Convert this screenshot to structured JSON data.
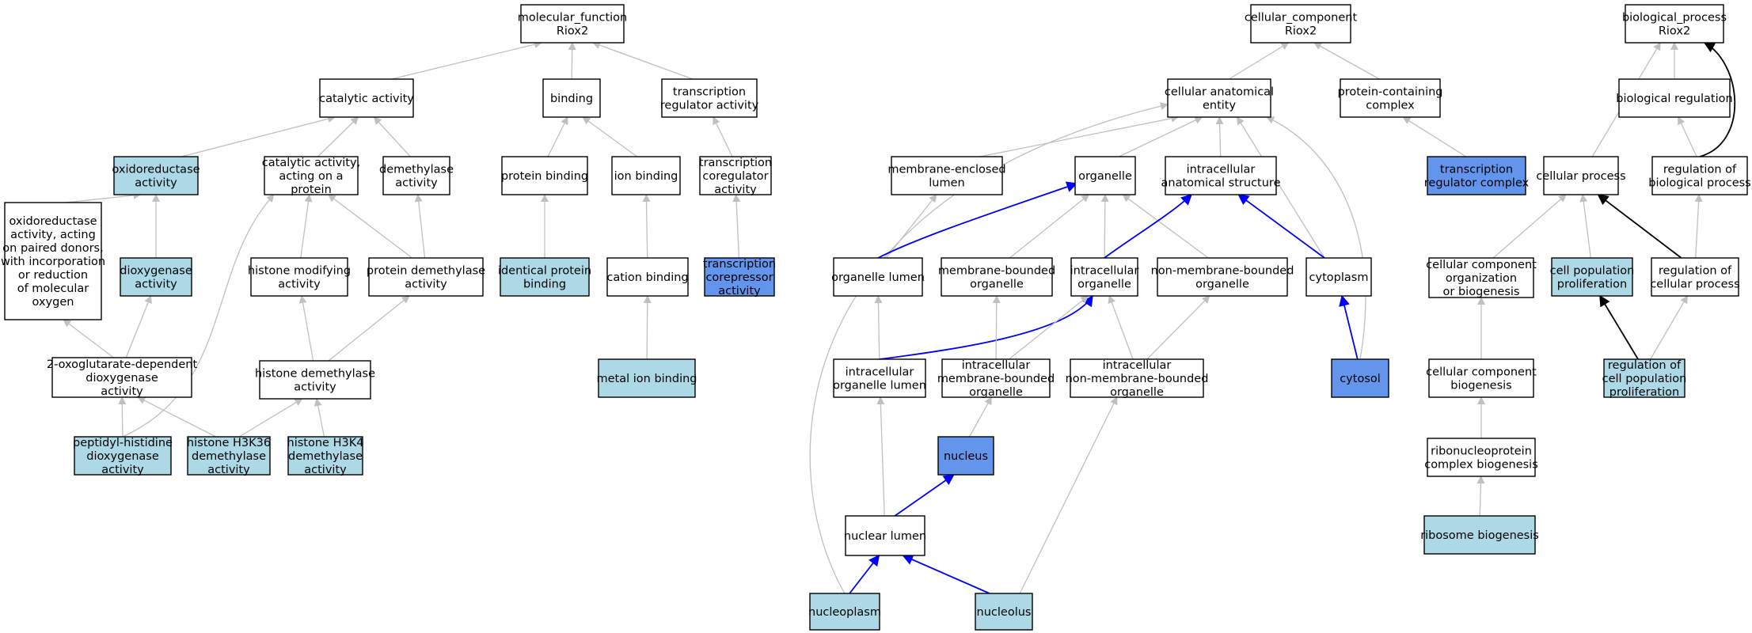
{
  "colors": {
    "white": "#ffffff",
    "light": "#add8e6",
    "strong": "#6495ed",
    "edge_gray": "#c0c0c0",
    "edge_blue": "#0000ff",
    "edge_black": "#000000"
  },
  "nodes": [
    {
      "id": "mf",
      "lines": [
        "molecular_function",
        "Riox2"
      ],
      "style": "white"
    },
    {
      "id": "cat",
      "lines": [
        "catalytic activity"
      ],
      "style": "white"
    },
    {
      "id": "bind",
      "lines": [
        "binding"
      ],
      "style": "white"
    },
    {
      "id": "treg",
      "lines": [
        "transcription",
        "regulator activity"
      ],
      "style": "white"
    },
    {
      "id": "oxred",
      "lines": [
        "oxidoreductase",
        "activity"
      ],
      "style": "light"
    },
    {
      "id": "catprot",
      "lines": [
        "catalytic activity,",
        "acting on a",
        "protein"
      ],
      "style": "white"
    },
    {
      "id": "demeth",
      "lines": [
        "demethylase",
        "activity"
      ],
      "style": "white"
    },
    {
      "id": "protbind",
      "lines": [
        "protein binding"
      ],
      "style": "white"
    },
    {
      "id": "ionbind",
      "lines": [
        "ion binding"
      ],
      "style": "white"
    },
    {
      "id": "tcoreg",
      "lines": [
        "transcription",
        "coregulator",
        "activity"
      ],
      "style": "white"
    },
    {
      "id": "oxpaired",
      "lines": [
        "oxidoreductase",
        "activity, acting",
        "on paired donors,",
        "with incorporation",
        "or reduction",
        "of molecular",
        "oxygen"
      ],
      "style": "white"
    },
    {
      "id": "dioxy",
      "lines": [
        "dioxygenase",
        "activity"
      ],
      "style": "light"
    },
    {
      "id": "histmod",
      "lines": [
        "histone modifying",
        "activity"
      ],
      "style": "white"
    },
    {
      "id": "protdemeth",
      "lines": [
        "protein demethylase",
        "activity"
      ],
      "style": "white"
    },
    {
      "id": "identprot",
      "lines": [
        "identical protein",
        "binding"
      ],
      "style": "light"
    },
    {
      "id": "cation",
      "lines": [
        "cation binding"
      ],
      "style": "white"
    },
    {
      "id": "tcorep",
      "lines": [
        "transcription",
        "corepressor",
        "activity"
      ],
      "style": "strong"
    },
    {
      "id": "oxoglut",
      "lines": [
        "2-oxoglutarate-dependent",
        "dioxygenase",
        "activity"
      ],
      "style": "white"
    },
    {
      "id": "histdemeth",
      "lines": [
        "histone demethylase",
        "activity"
      ],
      "style": "white"
    },
    {
      "id": "metalion",
      "lines": [
        "metal ion binding"
      ],
      "style": "light"
    },
    {
      "id": "pephist",
      "lines": [
        "peptidyl-histidine",
        "dioxygenase",
        "activity"
      ],
      "style": "light"
    },
    {
      "id": "h3k36",
      "lines": [
        "histone H3K36",
        "demethylase",
        "activity"
      ],
      "style": "light"
    },
    {
      "id": "h3k4",
      "lines": [
        "histone H3K4",
        "demethylase",
        "activity"
      ],
      "style": "light"
    },
    {
      "id": "cc",
      "lines": [
        "cellular_component",
        "Riox2"
      ],
      "style": "white"
    },
    {
      "id": "cae",
      "lines": [
        "cellular anatomical",
        "entity"
      ],
      "style": "white"
    },
    {
      "id": "pcc",
      "lines": [
        "protein-containing",
        "complex"
      ],
      "style": "white"
    },
    {
      "id": "melumen",
      "lines": [
        "membrane-enclosed",
        "lumen"
      ],
      "style": "white"
    },
    {
      "id": "organelle",
      "lines": [
        "organelle"
      ],
      "style": "white"
    },
    {
      "id": "ias",
      "lines": [
        "intracellular",
        "anatomical structure"
      ],
      "style": "white"
    },
    {
      "id": "trc",
      "lines": [
        "transcription",
        "regulator complex"
      ],
      "style": "strong"
    },
    {
      "id": "orglumen",
      "lines": [
        "organelle lumen"
      ],
      "style": "white"
    },
    {
      "id": "mbo",
      "lines": [
        "membrane-bounded",
        "organelle"
      ],
      "style": "white"
    },
    {
      "id": "io",
      "lines": [
        "intracellular",
        "organelle"
      ],
      "style": "white"
    },
    {
      "id": "nmbo",
      "lines": [
        "non-membrane-bounded",
        "organelle"
      ],
      "style": "white"
    },
    {
      "id": "cytoplasm",
      "lines": [
        "cytoplasm"
      ],
      "style": "white"
    },
    {
      "id": "iol",
      "lines": [
        "intracellular",
        "organelle lumen"
      ],
      "style": "white"
    },
    {
      "id": "imbo",
      "lines": [
        "intracellular",
        "membrane-bounded",
        "organelle"
      ],
      "style": "white"
    },
    {
      "id": "inmbo",
      "lines": [
        "intracellular",
        "non-membrane-bounded",
        "organelle"
      ],
      "style": "white"
    },
    {
      "id": "cytosol",
      "lines": [
        "cytosol"
      ],
      "style": "strong"
    },
    {
      "id": "nucleus",
      "lines": [
        "nucleus"
      ],
      "style": "strong"
    },
    {
      "id": "nuclumen",
      "lines": [
        "nuclear lumen"
      ],
      "style": "white"
    },
    {
      "id": "nucleoplasm",
      "lines": [
        "nucleoplasm"
      ],
      "style": "light"
    },
    {
      "id": "nucleolus",
      "lines": [
        "nucleolus"
      ],
      "style": "light"
    },
    {
      "id": "bp",
      "lines": [
        "biological_process",
        "Riox2"
      ],
      "style": "white"
    },
    {
      "id": "bioreg",
      "lines": [
        "biological regulation"
      ],
      "style": "white"
    },
    {
      "id": "cellproc",
      "lines": [
        "cellular process"
      ],
      "style": "white"
    },
    {
      "id": "regbio",
      "lines": [
        "regulation of",
        "biological process"
      ],
      "style": "white"
    },
    {
      "id": "ccob",
      "lines": [
        "cellular component",
        "organization",
        "or biogenesis"
      ],
      "style": "white"
    },
    {
      "id": "cpp",
      "lines": [
        "cell population",
        "proliferation"
      ],
      "style": "light"
    },
    {
      "id": "regcell",
      "lines": [
        "regulation of",
        "cellular process"
      ],
      "style": "white"
    },
    {
      "id": "ccb",
      "lines": [
        "cellular component",
        "biogenesis"
      ],
      "style": "white"
    },
    {
      "id": "regcpp",
      "lines": [
        "regulation of",
        "cell population",
        "proliferation"
      ],
      "style": "light"
    },
    {
      "id": "rnp",
      "lines": [
        "ribonucleoprotein",
        "complex biogenesis"
      ],
      "style": "white"
    },
    {
      "id": "ribo",
      "lines": [
        "ribosome biogenesis"
      ],
      "style": "light"
    }
  ],
  "edges": [
    {
      "from": "cat",
      "to": "mf",
      "kind": "gray"
    },
    {
      "from": "bind",
      "to": "mf",
      "kind": "gray"
    },
    {
      "from": "treg",
      "to": "mf",
      "kind": "gray"
    },
    {
      "from": "oxred",
      "to": "cat",
      "kind": "gray"
    },
    {
      "from": "catprot",
      "to": "cat",
      "kind": "gray"
    },
    {
      "from": "demeth",
      "to": "cat",
      "kind": "gray"
    },
    {
      "from": "protbind",
      "to": "bind",
      "kind": "gray"
    },
    {
      "from": "ionbind",
      "to": "bind",
      "kind": "gray"
    },
    {
      "from": "tcoreg",
      "to": "treg",
      "kind": "gray"
    },
    {
      "from": "oxpaired",
      "to": "oxred",
      "kind": "gray"
    },
    {
      "from": "dioxy",
      "to": "oxred",
      "kind": "gray"
    },
    {
      "from": "histmod",
      "to": "catprot",
      "kind": "gray"
    },
    {
      "from": "protdemeth",
      "to": "catprot",
      "kind": "gray"
    },
    {
      "from": "protdemeth",
      "to": "demeth",
      "kind": "gray"
    },
    {
      "from": "identprot",
      "to": "protbind",
      "kind": "gray"
    },
    {
      "from": "cation",
      "to": "ionbind",
      "kind": "gray"
    },
    {
      "from": "tcorep",
      "to": "tcoreg",
      "kind": "gray"
    },
    {
      "from": "oxoglut",
      "to": "oxpaired",
      "kind": "gray"
    },
    {
      "from": "oxoglut",
      "to": "dioxy",
      "kind": "gray"
    },
    {
      "from": "histdemeth",
      "to": "histmod",
      "kind": "gray"
    },
    {
      "from": "histdemeth",
      "to": "protdemeth",
      "kind": "gray"
    },
    {
      "from": "metalion",
      "to": "cation",
      "kind": "gray"
    },
    {
      "from": "pephist",
      "to": "oxoglut",
      "kind": "gray"
    },
    {
      "from": "pephist",
      "to": "catprot",
      "kind": "gray"
    },
    {
      "from": "h3k36",
      "to": "oxoglut",
      "kind": "gray"
    },
    {
      "from": "h3k36",
      "to": "histdemeth",
      "kind": "gray"
    },
    {
      "from": "h3k4",
      "to": "histdemeth",
      "kind": "gray"
    },
    {
      "from": "cae",
      "to": "cc",
      "kind": "gray"
    },
    {
      "from": "pcc",
      "to": "cc",
      "kind": "gray"
    },
    {
      "from": "melumen",
      "to": "cae",
      "kind": "gray"
    },
    {
      "from": "organelle",
      "to": "cae",
      "kind": "gray"
    },
    {
      "from": "ias",
      "to": "cae",
      "kind": "gray"
    },
    {
      "from": "cytoplasm",
      "to": "cae",
      "kind": "gray"
    },
    {
      "from": "cytosol",
      "to": "cae",
      "kind": "gray"
    },
    {
      "from": "nucleoplasm",
      "to": "cae",
      "kind": "gray"
    },
    {
      "from": "trc",
      "to": "pcc",
      "kind": "gray"
    },
    {
      "from": "orglumen",
      "to": "melumen",
      "kind": "gray"
    },
    {
      "from": "orglumen",
      "to": "organelle",
      "kind": "blue"
    },
    {
      "from": "mbo",
      "to": "organelle",
      "kind": "gray"
    },
    {
      "from": "io",
      "to": "organelle",
      "kind": "gray"
    },
    {
      "from": "nmbo",
      "to": "organelle",
      "kind": "gray"
    },
    {
      "from": "io",
      "to": "ias",
      "kind": "blue"
    },
    {
      "from": "cytoplasm",
      "to": "ias",
      "kind": "blue"
    },
    {
      "from": "iol",
      "to": "orglumen",
      "kind": "gray"
    },
    {
      "from": "iol",
      "to": "io",
      "kind": "blue"
    },
    {
      "from": "imbo",
      "to": "mbo",
      "kind": "gray"
    },
    {
      "from": "imbo",
      "to": "io",
      "kind": "gray"
    },
    {
      "from": "inmbo",
      "to": "io",
      "kind": "gray"
    },
    {
      "from": "inmbo",
      "to": "nmbo",
      "kind": "gray"
    },
    {
      "from": "cytosol",
      "to": "cytoplasm",
      "kind": "blue"
    },
    {
      "from": "nucleus",
      "to": "imbo",
      "kind": "gray"
    },
    {
      "from": "nuclumen",
      "to": "iol",
      "kind": "gray"
    },
    {
      "from": "nuclumen",
      "to": "nucleus",
      "kind": "blue"
    },
    {
      "from": "nucleoplasm",
      "to": "nuclumen",
      "kind": "blue"
    },
    {
      "from": "nucleolus",
      "to": "nuclumen",
      "kind": "blue"
    },
    {
      "from": "nucleolus",
      "to": "inmbo",
      "kind": "gray"
    },
    {
      "from": "bioreg",
      "to": "bp",
      "kind": "gray"
    },
    {
      "from": "cellproc",
      "to": "bp",
      "kind": "gray"
    },
    {
      "from": "regbio",
      "to": "bp",
      "kind": "black"
    },
    {
      "from": "regbio",
      "to": "bioreg",
      "kind": "gray"
    },
    {
      "from": "ccob",
      "to": "cellproc",
      "kind": "gray"
    },
    {
      "from": "cpp",
      "to": "cellproc",
      "kind": "gray"
    },
    {
      "from": "regcell",
      "to": "cellproc",
      "kind": "black"
    },
    {
      "from": "regcell",
      "to": "regbio",
      "kind": "gray"
    },
    {
      "from": "ccb",
      "to": "ccob",
      "kind": "gray"
    },
    {
      "from": "regcpp",
      "to": "cpp",
      "kind": "black"
    },
    {
      "from": "regcpp",
      "to": "regcell",
      "kind": "gray"
    },
    {
      "from": "rnp",
      "to": "ccb",
      "kind": "gray"
    },
    {
      "from": "ribo",
      "to": "rnp",
      "kind": "gray"
    }
  ]
}
